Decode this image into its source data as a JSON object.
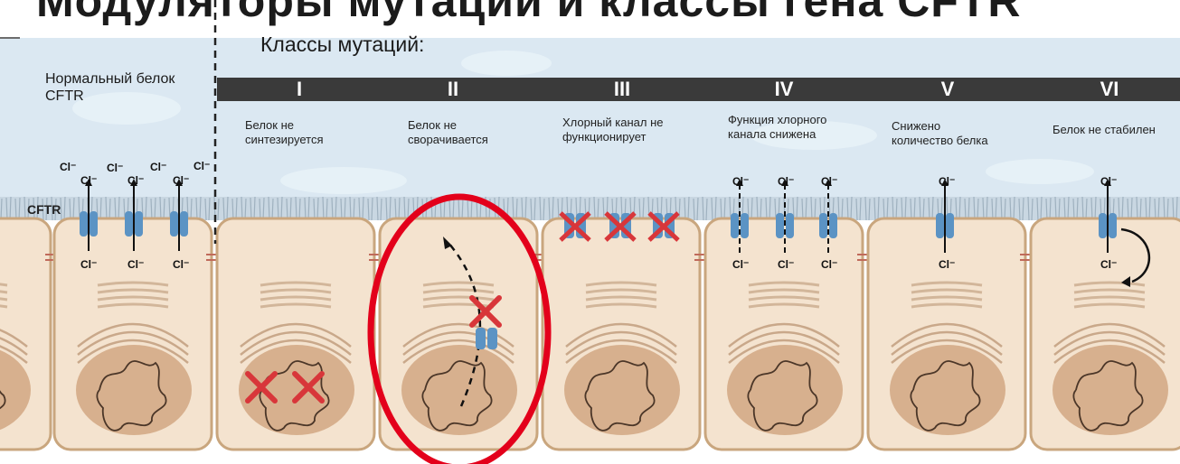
{
  "title": "Модуляторы мутаций и классы гена CFTR",
  "header": {
    "mutation_classes_label": "Классы мутаций:"
  },
  "normal": {
    "label": "Нормальный белок CFTR",
    "cftr_label": "CFTR"
  },
  "ion_label": "Cl⁻",
  "classes": [
    {
      "numeral": "I",
      "desc_line1": "Белок не",
      "desc_line2": "синтезируется"
    },
    {
      "numeral": "II",
      "desc_line1": "Белок не",
      "desc_line2": "сворачивается"
    },
    {
      "numeral": "III",
      "desc_line1": "Хлорный канал не",
      "desc_line2": "функционирует"
    },
    {
      "numeral": "IV",
      "desc_line1": "Функция хлорного",
      "desc_line2": "канала снижена"
    },
    {
      "numeral": "V",
      "desc_line1": "Снижено",
      "desc_line2": "количество белка"
    },
    {
      "numeral": "VI",
      "desc_line1": "Белок не стабилен",
      "desc_line2": ""
    }
  ],
  "colors": {
    "lumen": "#dbe8f2",
    "cell_fill": "#f4e3cf",
    "cell_border": "#c9a67e",
    "nucleus": "#d7b08e",
    "channel": "#5b93c4",
    "cross": "#d8363a",
    "highlight": "#e3001b",
    "class_bar": "#3a3a3a"
  }
}
